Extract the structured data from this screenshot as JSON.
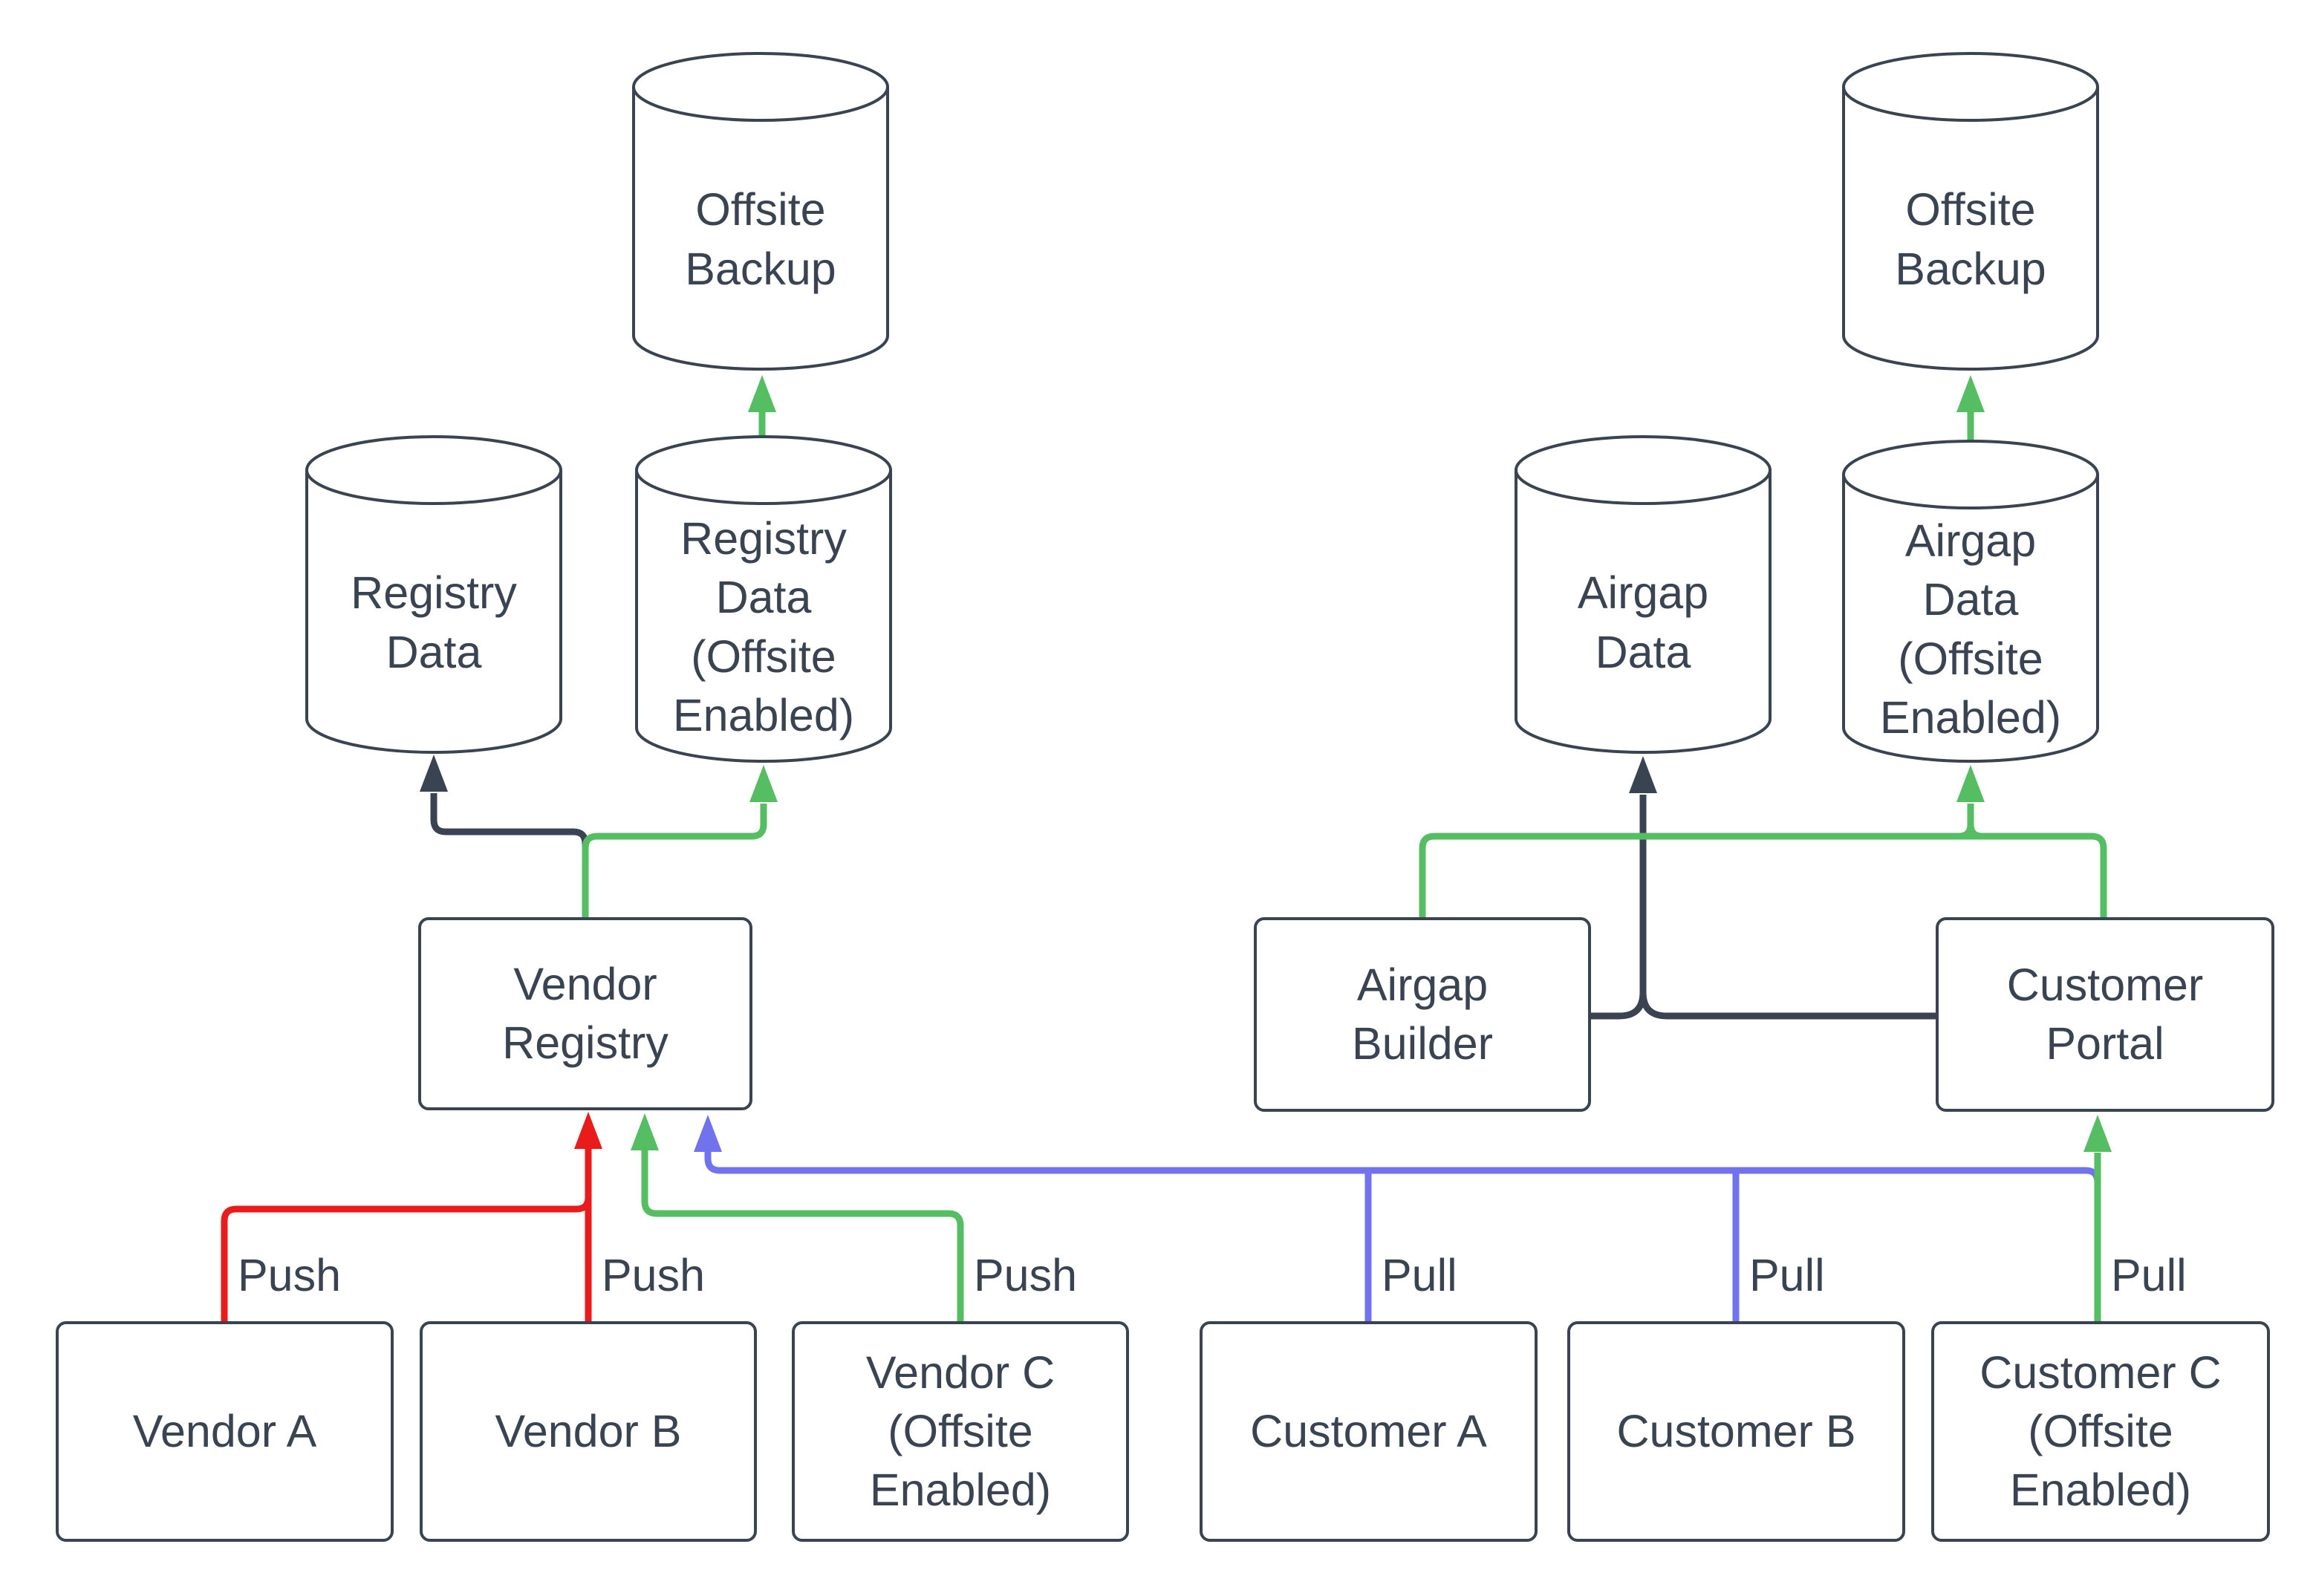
{
  "diagram": {
    "colors": {
      "outline": "#3A4352",
      "text": "#3A4352",
      "dark": "#3A4352",
      "red": "#EA1B1B",
      "green": "#55BE63",
      "blue": "#7173EE",
      "background": "#FFFFFF"
    },
    "nodes": {
      "offsite_backup_left": {
        "label": "Offsite\nBackup",
        "shape": "database"
      },
      "registry_data": {
        "label": "Registry\nData",
        "shape": "database"
      },
      "registry_data_offsite": {
        "label": "Registry\nData\n(Offsite\nEnabled)",
        "shape": "database"
      },
      "airgap_data": {
        "label": "Airgap\nData",
        "shape": "database"
      },
      "airgap_data_offsite": {
        "label": "Airgap\nData\n(Offsite\nEnabled)",
        "shape": "database"
      },
      "offsite_backup_right": {
        "label": "Offsite\nBackup",
        "shape": "database"
      },
      "vendor_registry": {
        "label": "Vendor\nRegistry",
        "shape": "box"
      },
      "airgap_builder": {
        "label": "Airgap\nBuilder",
        "shape": "box"
      },
      "customer_portal": {
        "label": "Customer\nPortal",
        "shape": "box"
      },
      "vendor_a": {
        "label": "Vendor A",
        "shape": "box"
      },
      "vendor_b": {
        "label": "Vendor B",
        "shape": "box"
      },
      "vendor_c": {
        "label": "Vendor C\n(Offsite\nEnabled)",
        "shape": "box"
      },
      "customer_a": {
        "label": "Customer A",
        "shape": "box"
      },
      "customer_b": {
        "label": "Customer B",
        "shape": "box"
      },
      "customer_c": {
        "label": "Customer C\n(Offsite\nEnabled)",
        "shape": "box"
      }
    },
    "edge_labels": [
      {
        "id": "push-vendor-a",
        "text": "Push"
      },
      {
        "id": "push-vendor-b",
        "text": "Push"
      },
      {
        "id": "push-vendor-c",
        "text": "Push"
      },
      {
        "id": "pull-customer-a",
        "text": "Pull"
      },
      {
        "id": "pull-customer-b",
        "text": "Pull"
      },
      {
        "id": "pull-customer-c",
        "text": "Pull"
      }
    ],
    "flows": [
      {
        "from": "Vendor A",
        "to": "Vendor Registry",
        "label": "Push",
        "color": "red"
      },
      {
        "from": "Vendor B",
        "to": "Vendor Registry",
        "label": "Push",
        "color": "red"
      },
      {
        "from": "Vendor C (Offsite Enabled)",
        "to": "Vendor Registry",
        "label": "Push",
        "color": "green"
      },
      {
        "from": "Customer A",
        "to": "Vendor Registry",
        "label": "Pull",
        "color": "blue"
      },
      {
        "from": "Customer B",
        "to": "Vendor Registry",
        "label": "Pull",
        "color": "blue"
      },
      {
        "from": "Customer C (Offsite Enabled)",
        "to": "Customer Portal",
        "label": "Pull",
        "color": "green"
      },
      {
        "from": "Vendor Registry",
        "to": "Registry Data",
        "label": "",
        "color": "dark"
      },
      {
        "from": "Vendor Registry",
        "to": "Registry Data (Offsite Enabled)",
        "label": "",
        "color": "green"
      },
      {
        "from": "Registry Data (Offsite Enabled)",
        "to": "Offsite Backup",
        "label": "",
        "color": "green"
      },
      {
        "from": "Airgap Builder",
        "to": "Airgap Data",
        "label": "",
        "color": "dark"
      },
      {
        "from": "Customer Portal",
        "to": "Airgap Data",
        "label": "",
        "color": "dark"
      },
      {
        "from": "Airgap Builder",
        "to": "Airgap Data (Offsite Enabled)",
        "label": "",
        "color": "green"
      },
      {
        "from": "Customer Portal",
        "to": "Airgap Data (Offsite Enabled)",
        "label": "",
        "color": "green"
      },
      {
        "from": "Airgap Data (Offsite Enabled)",
        "to": "Offsite Backup",
        "label": "",
        "color": "green"
      }
    ]
  }
}
